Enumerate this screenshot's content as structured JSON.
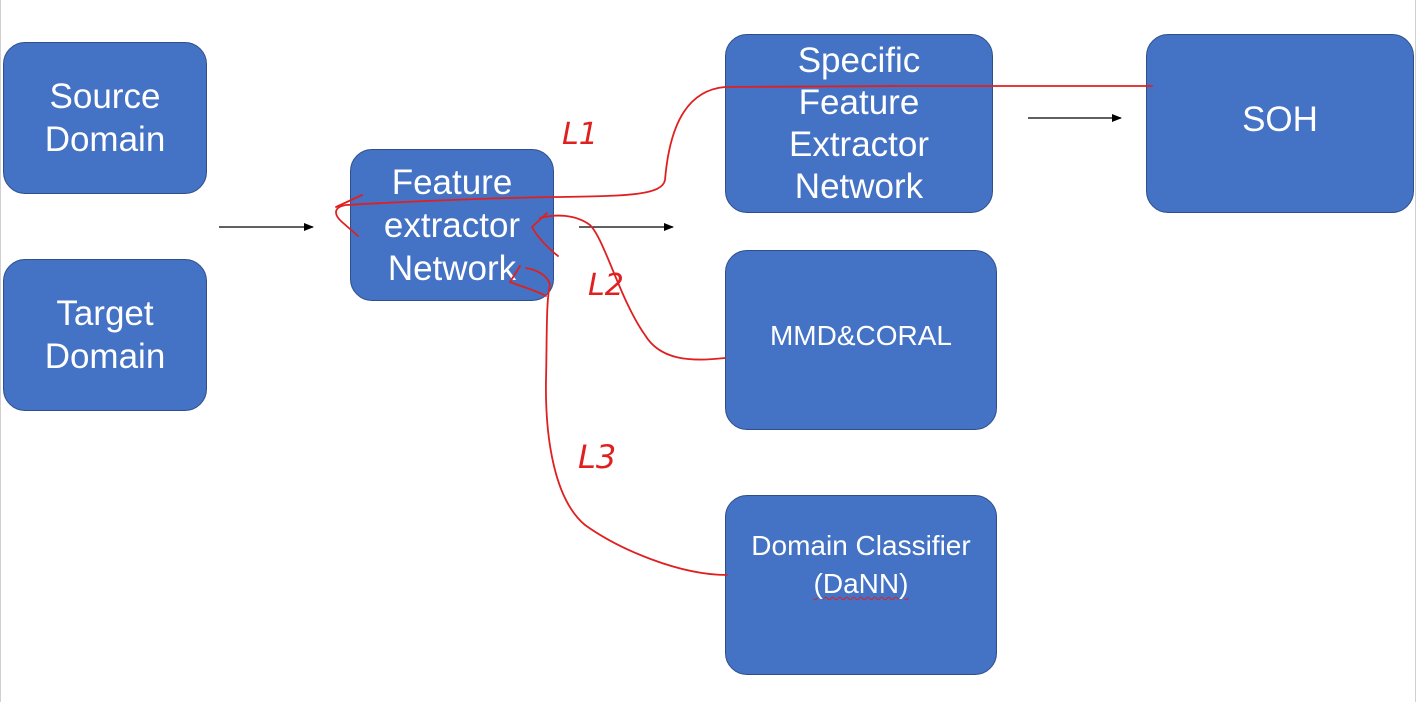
{
  "nodes": {
    "source_domain": "Source\nDomain",
    "target_domain": "Target\nDomain",
    "feature_extractor": "Feature\nextractor\nNetwork",
    "specific_feature_extractor": "Specific\nFeature\nExtractor\nNetwork",
    "soh": "SOH",
    "mmd_coral": "MMD&CORAL",
    "domain_classifier_line1": "Domain Classifier",
    "domain_classifier_line2": "(DaNN)"
  },
  "annotations": {
    "loss1": "L1",
    "loss2": "L2",
    "loss3": "L3"
  },
  "colors": {
    "node_fill": "#4472c4",
    "node_border": "#2f4f8a",
    "arrow": "#000000",
    "annotation": "#e02020"
  }
}
